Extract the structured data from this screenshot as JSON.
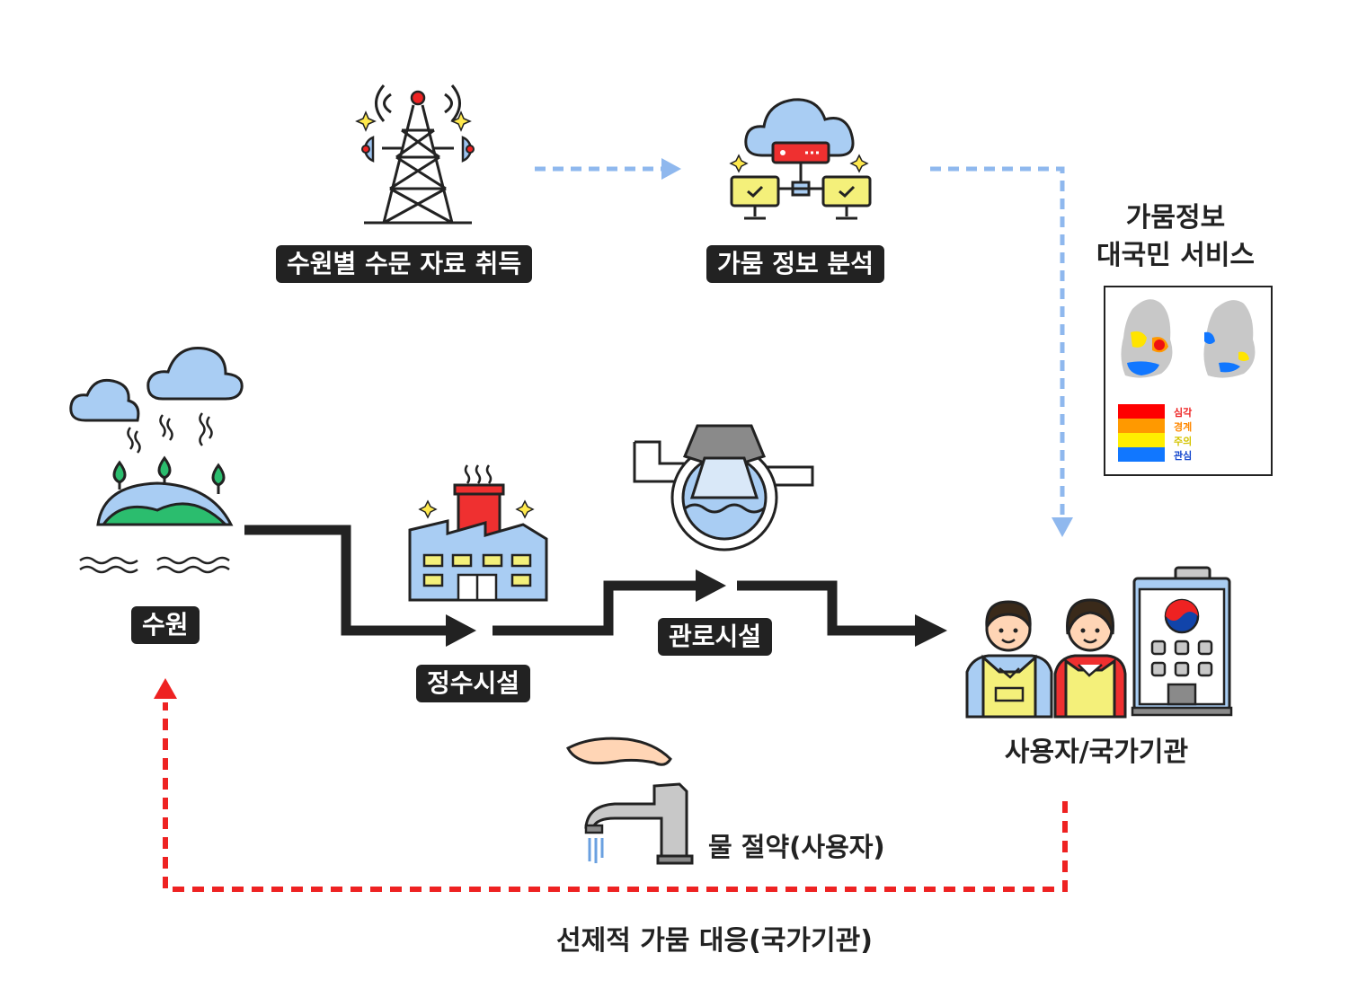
{
  "steps": {
    "acquire": "수원별 수문 자료 취득",
    "analysis": "가뭄 정보 분석",
    "source": "수원",
    "purification": "정수시설",
    "pipeline": "관로시설",
    "users": "사용자/국가기관"
  },
  "service": {
    "line1": "가뭄정보",
    "line2": "대국민 서비스",
    "legend": [
      "심각",
      "경계",
      "주의",
      "관심"
    ],
    "legend_colors": [
      "#ff0000",
      "#ff9900",
      "#ffee00",
      "#1177ff"
    ]
  },
  "actions": {
    "water_saving": "물 절약(사용자)",
    "proactive": "선제적 가뭄 대응(국가기관)"
  },
  "colors": {
    "flow": "#222222",
    "info_flow": "#8fb8ee",
    "response_flow": "#ee2222"
  }
}
